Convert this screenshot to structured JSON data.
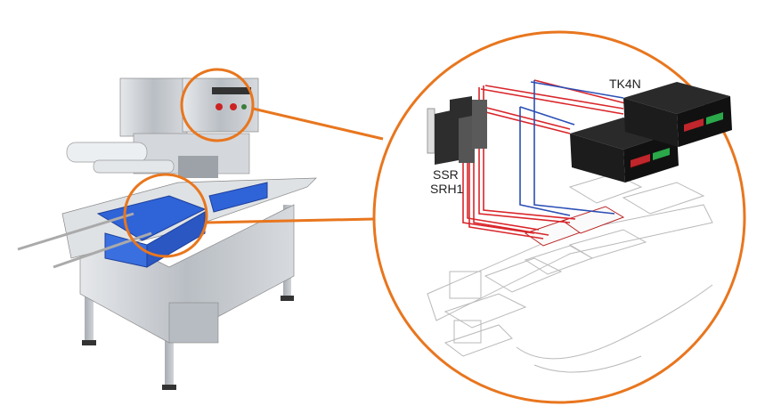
{
  "labels": {
    "controller": "TK4N",
    "ssr_line1": "SSR",
    "ssr_line2": "SRH1"
  },
  "colors": {
    "callout": "#e8761e",
    "wire_red": "#d9262b",
    "wire_blue": "#2b4fb5",
    "tray_blue": "#2f63d8",
    "steel": "#c9cdd2"
  }
}
